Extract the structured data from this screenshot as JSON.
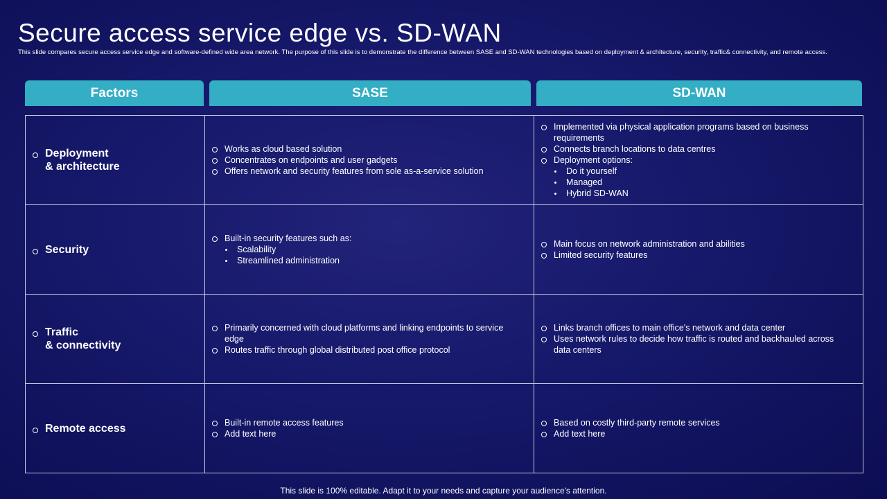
{
  "slide": {
    "title": "Secure access service edge vs. SD-WAN",
    "subtitle": "This slide compares secure access service edge and software-defined wide area network. The purpose of this slide is to demonstrate the difference between SASE and SD-WAN technologies based on deployment & architecture, security, traffic& connectivity, and remote access.",
    "footer": "This slide is 100% editable. Adapt it to your needs and capture your audience's attention."
  },
  "colors": {
    "background": "#16186a",
    "header_fill": "#33aec4",
    "grid_line": "#c9ccdf",
    "text": "#ffffff"
  },
  "headers": [
    "Factors",
    "SASE",
    "SD-WAN"
  ],
  "rows": [
    {
      "factor": "Deployment\n& architecture",
      "sase": [
        {
          "text": "Works as cloud based solution"
        },
        {
          "text": "Concentrates on endpoints and user gadgets"
        },
        {
          "text": "Offers network and security features from sole as-a-service solution"
        }
      ],
      "sdwan": [
        {
          "text": "Implemented via physical application programs based on business requirements"
        },
        {
          "text": "Connects branch locations to data centres"
        },
        {
          "text": "Deployment options:",
          "sub": [
            "Do it yourself",
            "Managed",
            "Hybrid SD-WAN"
          ]
        }
      ]
    },
    {
      "factor": "Security",
      "sase": [
        {
          "text": "Built-in security features such as:",
          "sub": [
            "Scalability",
            "Streamlined administration"
          ]
        }
      ],
      "sdwan": [
        {
          "text": "Main focus on network administration and abilities"
        },
        {
          "text": "Limited security features"
        }
      ]
    },
    {
      "factor": "Traffic\n& connectivity",
      "sase": [
        {
          "text": "Primarily concerned with cloud platforms and linking endpoints to service edge"
        },
        {
          "text": "Routes traffic through global distributed post office protocol"
        }
      ],
      "sdwan": [
        {
          "text": "Links branch offices to main office's network and data center"
        },
        {
          "text": "Uses network rules to decide how traffic is routed and backhauled across data centers"
        }
      ]
    },
    {
      "factor": "Remote access",
      "sase": [
        {
          "text": "Built-in remote access features"
        },
        {
          "text": "Add text here"
        }
      ],
      "sdwan": [
        {
          "text": "Based on costly third-party remote services"
        },
        {
          "text": "Add text here"
        }
      ]
    }
  ]
}
